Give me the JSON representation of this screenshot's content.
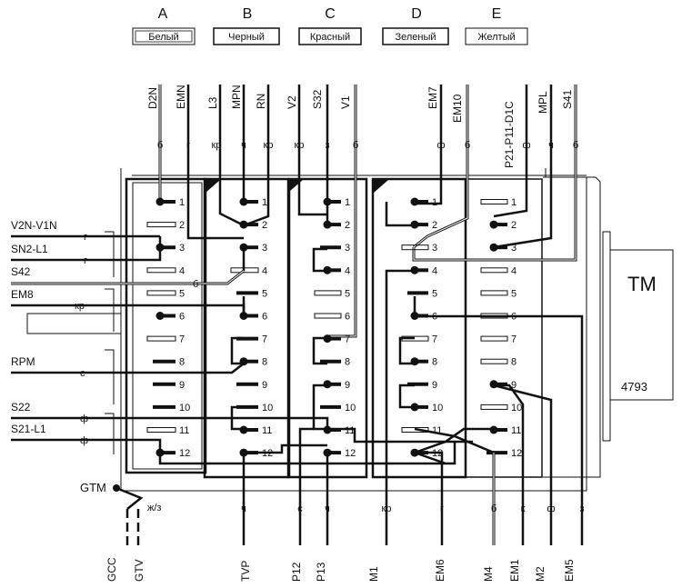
{
  "columns": [
    {
      "letter": "A",
      "color": "Белый"
    },
    {
      "letter": "B",
      "color": "Черный"
    },
    {
      "letter": "C",
      "color": "Красный"
    },
    {
      "letter": "D",
      "color": "Зеленый"
    },
    {
      "letter": "E",
      "color": "Желтый"
    }
  ],
  "top_signals": [
    "D2N",
    "EMN",
    "L3",
    "MPN",
    "RN",
    "V2",
    "S32",
    "V1",
    "EM7",
    "EM10",
    "P21-P11-D1C",
    "MPL",
    "S41"
  ],
  "top_codes": [
    "б",
    "г",
    "кр",
    "ч",
    "кр",
    "кр",
    "з",
    "б",
    "ф",
    "б",
    "ф",
    "ч",
    "б"
  ],
  "pins": [
    "1",
    "2",
    "3",
    "4",
    "5",
    "6",
    "7",
    "8",
    "9",
    "10",
    "11",
    "12"
  ],
  "left_signals": [
    "V2N-V1N",
    "SN2-L1",
    "S42",
    "EM8",
    "RPM",
    "S22",
    "S21-L1"
  ],
  "left_codes": [
    "г",
    "г",
    "б",
    "кр",
    "с",
    "ф",
    "ф"
  ],
  "bottom_signals": [
    "TVP",
    "P12",
    "P13",
    "M1",
    "EM6",
    "M4",
    "EM1",
    "M2",
    "EM5"
  ],
  "bottom_codes": [
    "ч",
    "с",
    "ч",
    "кр",
    "г",
    "б",
    "к",
    "ф",
    "з"
  ],
  "gtm": {
    "label": "GTM",
    "code": "ж/з",
    "gcc": "GCC",
    "gtv": "GTV"
  },
  "connector": {
    "label": "TM",
    "number": "4793"
  }
}
